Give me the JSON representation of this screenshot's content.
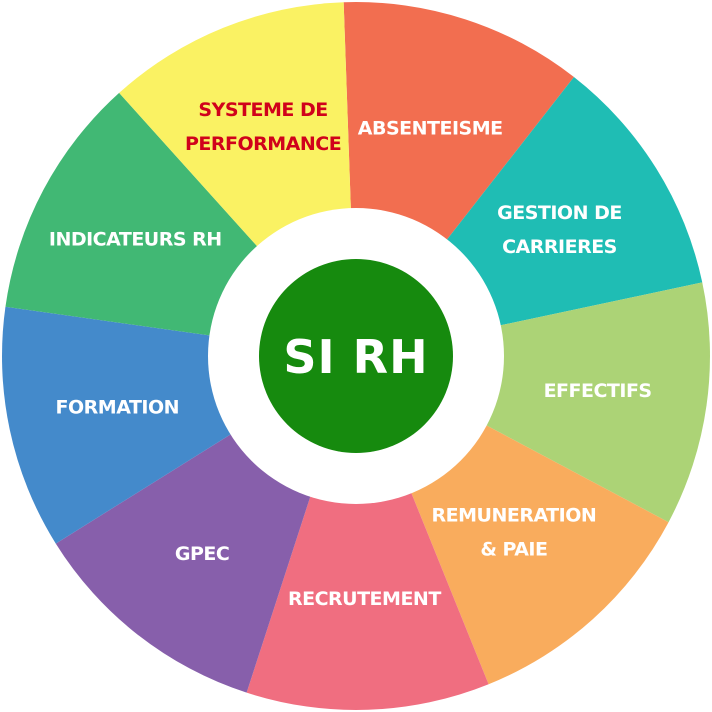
{
  "diagram": {
    "center": {
      "label": "SI RH",
      "color": "#168a0e",
      "text_color": "#ffffff",
      "ring_color": "#ffffff"
    },
    "segments": [
      {
        "lines": [
          "ABSENTEISME"
        ],
        "color": "#f26e50",
        "text_color": "#ffffff"
      },
      {
        "lines": [
          "GESTION DE",
          "CARRIERES"
        ],
        "color": "#1fbdb4",
        "text_color": "#ffffff"
      },
      {
        "lines": [
          "EFFECTIFS"
        ],
        "color": "#acd376",
        "text_color": "#ffffff"
      },
      {
        "lines": [
          "REMUNERATION",
          "& PAIE"
        ],
        "color": "#f9ac5d",
        "text_color": "#ffffff"
      },
      {
        "lines": [
          "RECRUTEMENT"
        ],
        "color": "#f06e80",
        "text_color": "#ffffff"
      },
      {
        "lines": [
          "GPEC"
        ],
        "color": "#875fab",
        "text_color": "#ffffff"
      },
      {
        "lines": [
          "FORMATION"
        ],
        "color": "#448acb",
        "text_color": "#ffffff"
      },
      {
        "lines": [
          "INDICATEURS RH"
        ],
        "color": "#41b874",
        "text_color": "#ffffff"
      },
      {
        "lines": [
          "SYSTEME DE",
          "PERFORMANCE"
        ],
        "color": "#faf263",
        "text_color": "#d0021b"
      }
    ]
  }
}
